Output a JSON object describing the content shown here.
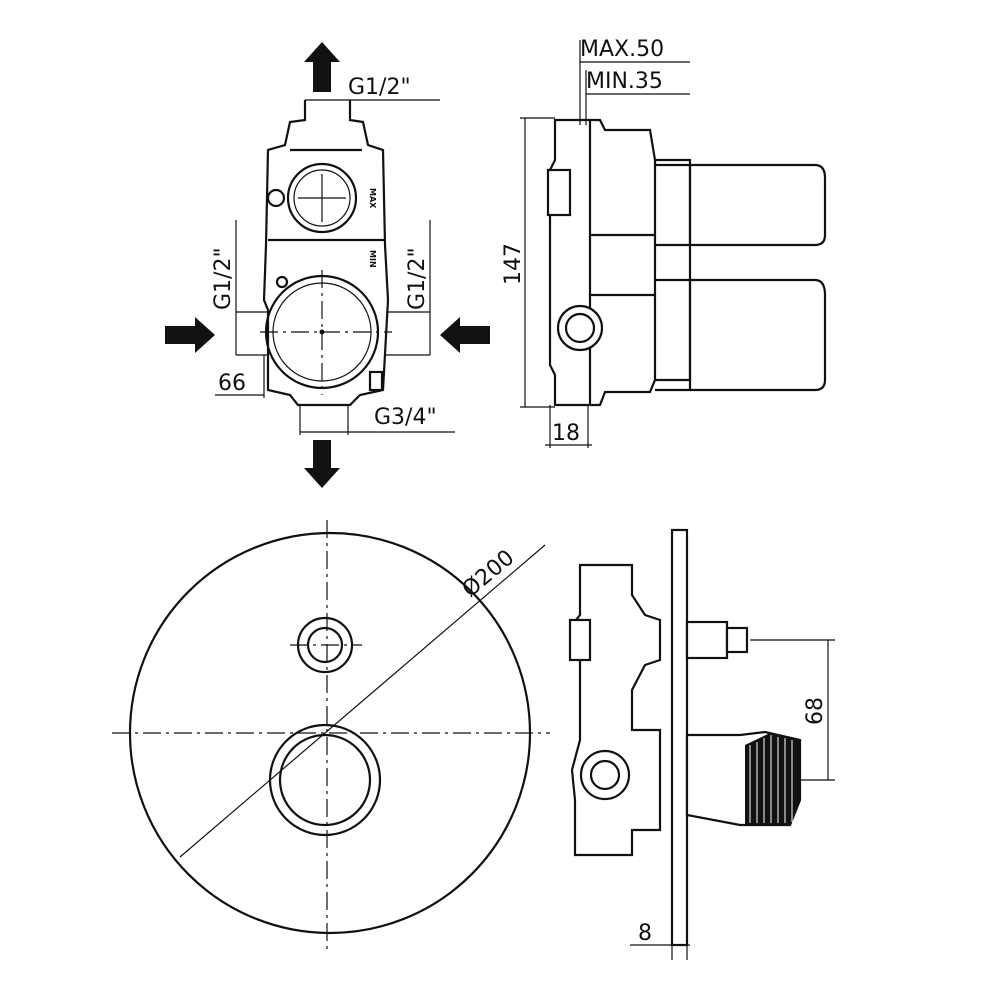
{
  "front_view": {
    "top_outlet": "G1/2\"",
    "left_inlet": "G1/2\"",
    "right_inlet": "G1/2\"",
    "width_dim": "66",
    "bottom_outlet": "G3/4\"",
    "body_label_max": "MAX",
    "body_label_min": "MIN"
  },
  "side_view": {
    "max_depth": "MAX.50",
    "min_depth": "MIN.35",
    "height_dim": "147",
    "offset_dim": "18"
  },
  "plate_view": {
    "diameter": "Ø200"
  },
  "plate_side_view": {
    "spacing_dim": "68",
    "thickness_dim": "8"
  },
  "colors": {
    "line": "#111111",
    "background": "#ffffff"
  }
}
